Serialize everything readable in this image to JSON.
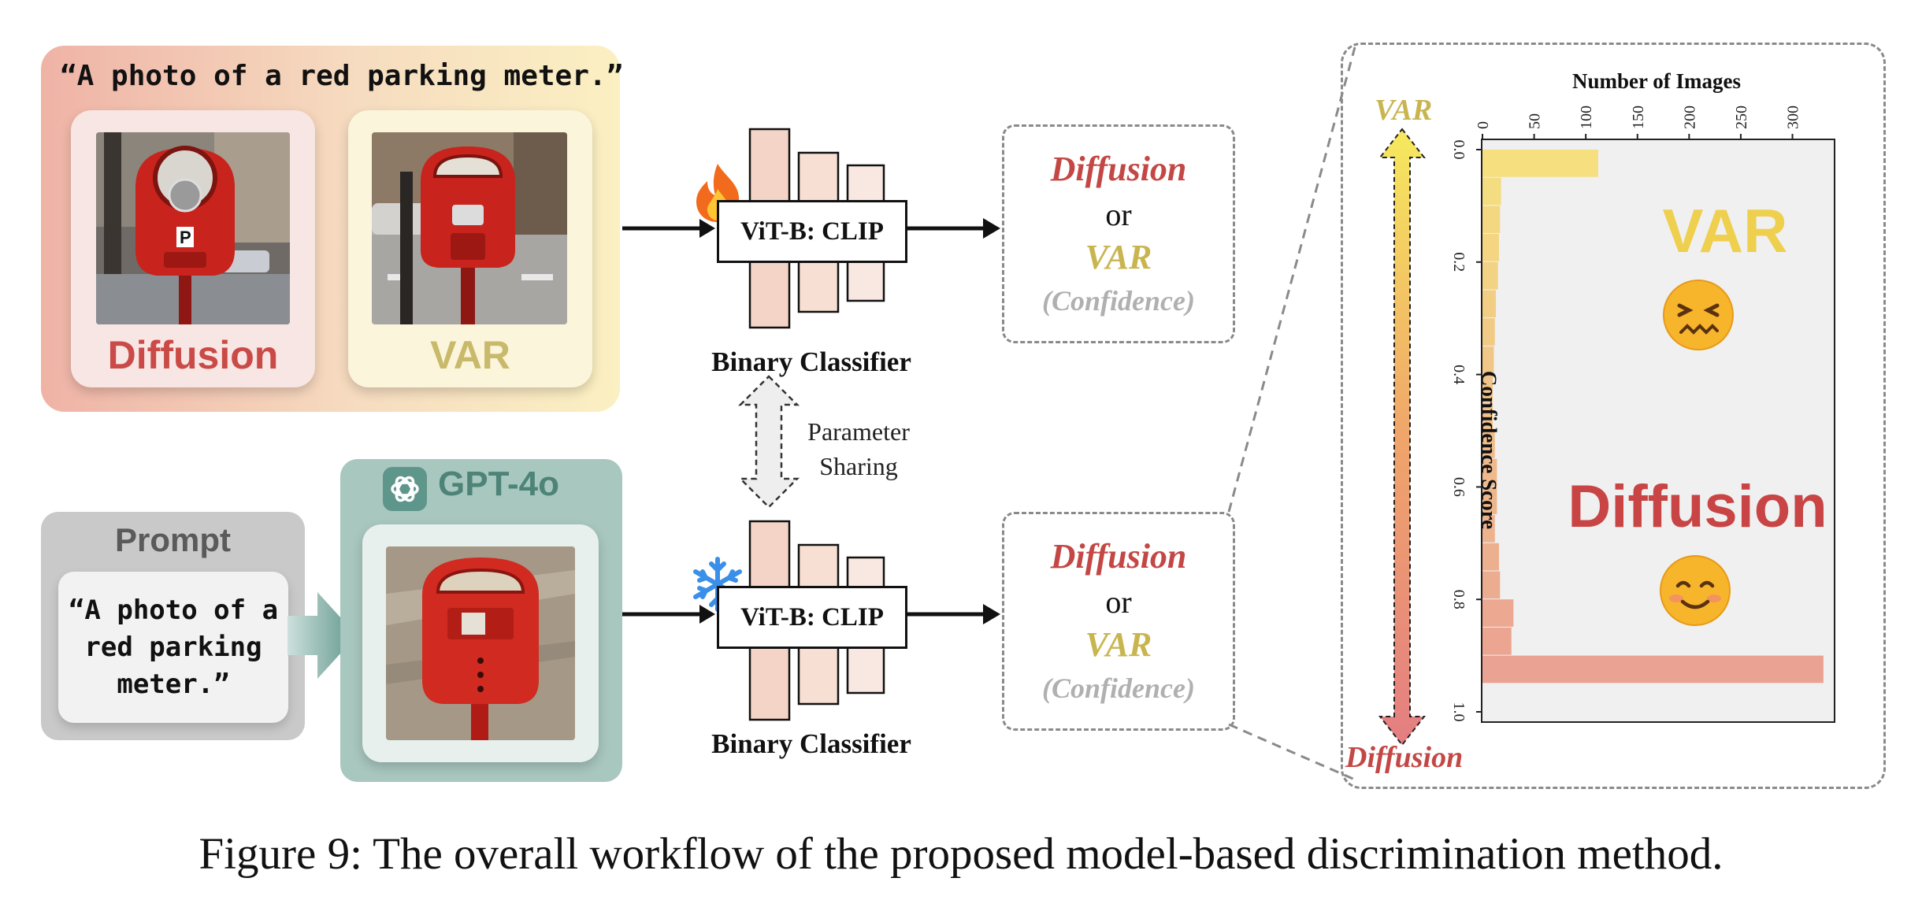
{
  "top_example": {
    "prompt": "“A photo of a red parking meter.”",
    "left_label": "Diffusion",
    "right_label": "VAR"
  },
  "bottom_example": {
    "prompt_title": "Prompt",
    "prompt_lines": [
      "“A photo of a",
      "red parking",
      "meter.”"
    ],
    "generator_label": "GPT-4o"
  },
  "classifier": {
    "backbone_label": "ViT-B: CLIP",
    "name": "Binary Classifier",
    "sharing_lines": [
      "Parameter",
      "Sharing"
    ],
    "top_state_icon": "fire-icon",
    "bottom_state_icon": "snowflake-icon"
  },
  "outputs": {
    "option_a": "Diffusion",
    "joiner": "or",
    "option_b": "VAR",
    "note": "(Confidence)"
  },
  "chart_data": {
    "type": "bar",
    "orientation": "horizontal",
    "xlabel": "Number of Images",
    "ylabel": "Confidence Score",
    "xlim": [
      0,
      340
    ],
    "ylim": [
      0,
      1.0
    ],
    "y_inverted": true,
    "x_ticks": [
      "0",
      "50",
      "100",
      "150",
      "200",
      "250",
      "300"
    ],
    "y_ticks": [
      "0.0",
      "0.2",
      "0.4",
      "0.6",
      "0.8",
      "1.0"
    ],
    "bins": [
      0.0,
      0.05,
      0.1,
      0.15,
      0.2,
      0.25,
      0.3,
      0.35,
      0.4,
      0.45,
      0.5,
      0.55,
      0.6,
      0.65,
      0.7,
      0.75,
      0.8,
      0.85,
      0.9,
      0.95
    ],
    "values": [
      112,
      18,
      17,
      16,
      15,
      13,
      12,
      11,
      10,
      10,
      12,
      14,
      14,
      12,
      16,
      17,
      30,
      28,
      330,
      0
    ],
    "color_top": "#f5dd72",
    "color_bottom": "#e8918a",
    "region_labels": {
      "upper": "VAR",
      "lower": "Diffusion"
    },
    "upper_emoji": "grimace-emoji",
    "lower_emoji": "smile-emoji",
    "arrow_top_label": "VAR",
    "arrow_bottom_label": "Diffusion"
  },
  "caption": "Figure 9: The overall workflow of the proposed model-based discrimination method.",
  "colors": {
    "diffusion": "#c34845",
    "var": "#c9b550",
    "gpt": "#4e8478"
  }
}
